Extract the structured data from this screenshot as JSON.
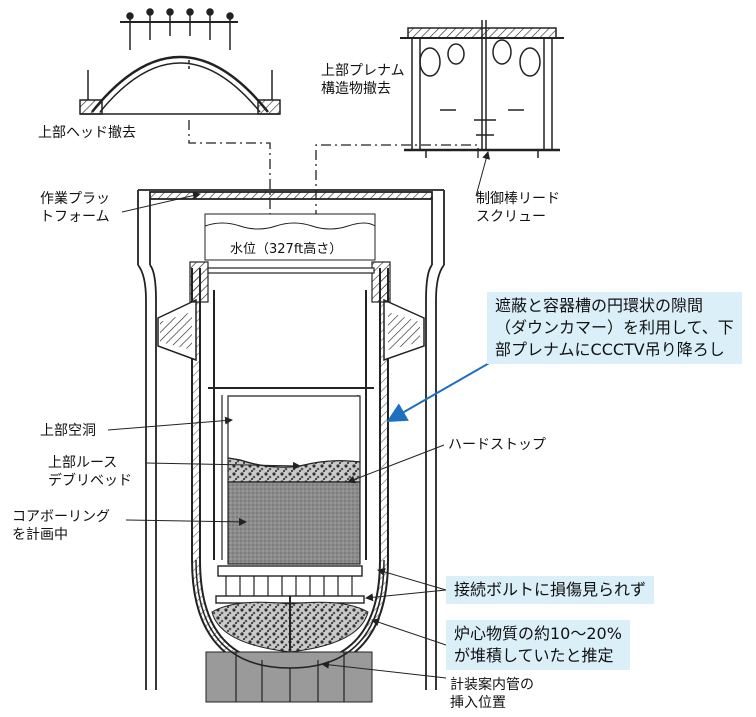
{
  "labels": {
    "upper_head_removal": "上部ヘッド撤去",
    "upper_plenum_line1": "上部プレナム",
    "upper_plenum_line2": "構造物撤去",
    "work_platform_line1": "作業プラッ",
    "work_platform_line2": "トフォーム",
    "cr_leadscrew_line1": "制御棒リード",
    "cr_leadscrew_line2": "スクリュー",
    "water_level": "水位（327ft高さ）",
    "upper_cavity": "上部空洞",
    "loose_debris_line1": "上部ルース",
    "loose_debris_line2": "デブリベッド",
    "core_boring_line1": "コアボーリング",
    "core_boring_line2": "を計画中",
    "hard_stop": "ハードストップ",
    "instrument_line1": "計装案内管の",
    "instrument_line2": "挿入位置"
  },
  "notes": {
    "downcomer_line1": "遮蔽と容器槽の円環状の隙間",
    "downcomer_line2": "（ダウンカマー）を利用して、下",
    "downcomer_line3": "部プレナムにCCCTV吊り降ろし",
    "bolts": "接続ボルトに損傷見られず",
    "debris_line1": "炉心物質の約10～20%",
    "debris_line2": "が堆積していたと推定"
  },
  "colors": {
    "note_bg": "#dbeff9",
    "arrow_blue": "#1f6fc0",
    "line": "#222222"
  }
}
